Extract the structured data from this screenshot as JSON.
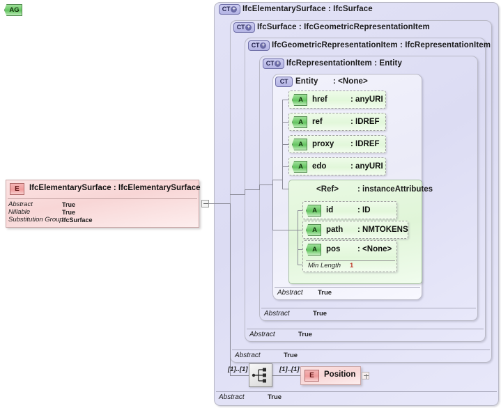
{
  "diagram": {
    "type": "xsd-schema-diagram",
    "title": "IfcElementarySurface",
    "colors": {
      "complex_type_fill": "#dcdcf3",
      "complex_type_border": "#b9b9c6",
      "attribute_fill": "#e2f7da",
      "attribute_icon": "#63c45f",
      "element_fill": "#f8d6d6",
      "element_icon": "#ef9a9a",
      "connector": "#8a8a96",
      "facet_value": "#c0392b"
    }
  },
  "element": {
    "icon": "E",
    "name": "IfcElementarySurface",
    "separator": ":",
    "type": "IfcElementarySurface",
    "properties": [
      {
        "key": "Abstract",
        "value": "True"
      },
      {
        "key": "Nillable",
        "value": "True"
      },
      {
        "key": "Substitution Group",
        "value": "IfcSurface"
      }
    ],
    "toggle": "collapse"
  },
  "complex_types": [
    {
      "badge": "CT",
      "has_plus": true,
      "name": "IfcElementarySurface",
      "separator": ":",
      "base": "IfcSurface",
      "footer": {
        "key": "Abstract",
        "value": "True"
      }
    },
    {
      "badge": "CT",
      "has_plus": true,
      "name": "IfcSurface",
      "separator": ":",
      "base": "IfcGeometricRepresentationItem",
      "footer": {
        "key": "Abstract",
        "value": "True"
      }
    },
    {
      "badge": "CT",
      "has_plus": true,
      "name": "IfcGeometricRepresentationItem",
      "separator": ":",
      "base": "IfcRepresentationItem",
      "footer": {
        "key": "Abstract",
        "value": "True"
      }
    },
    {
      "badge": "CT",
      "has_plus": true,
      "name": "IfcRepresentationItem",
      "separator": ":",
      "base": "Entity",
      "footer": {
        "key": "Abstract",
        "value": "True"
      }
    },
    {
      "badge": "CT",
      "has_plus": false,
      "name": "Entity",
      "separator": ":",
      "base": "<None>",
      "footer": {
        "key": "Abstract",
        "value": "True"
      }
    }
  ],
  "attributes": [
    {
      "icon": "A",
      "name": "href",
      "separator": ":",
      "type": "anyURI"
    },
    {
      "icon": "A",
      "name": "ref",
      "separator": ":",
      "type": "IDREF"
    },
    {
      "icon": "A",
      "name": "proxy",
      "separator": ":",
      "type": "IDREF"
    },
    {
      "icon": "A",
      "name": "edo",
      "separator": ":",
      "type": "anyURI"
    }
  ],
  "attribute_group": {
    "icon": "AG",
    "name": "<Ref>",
    "separator": ":",
    "type": "instanceAttributes",
    "attributes": [
      {
        "icon": "A",
        "name": "id",
        "separator": ":",
        "type": "ID"
      },
      {
        "icon": "A",
        "name": "path",
        "separator": ":",
        "type": "NMTOKENS"
      },
      {
        "icon": "A",
        "name": "pos",
        "separator": ":",
        "type": "<None>",
        "facet": {
          "key": "Min Length",
          "value": "1"
        }
      }
    ]
  },
  "sequence": {
    "icon": "sequence-compositor",
    "cardinality_left": "[1]..[1]",
    "cardinality_right": "[1]..[1]",
    "child": {
      "icon": "E",
      "name": "Position",
      "toggle": "expand"
    }
  }
}
